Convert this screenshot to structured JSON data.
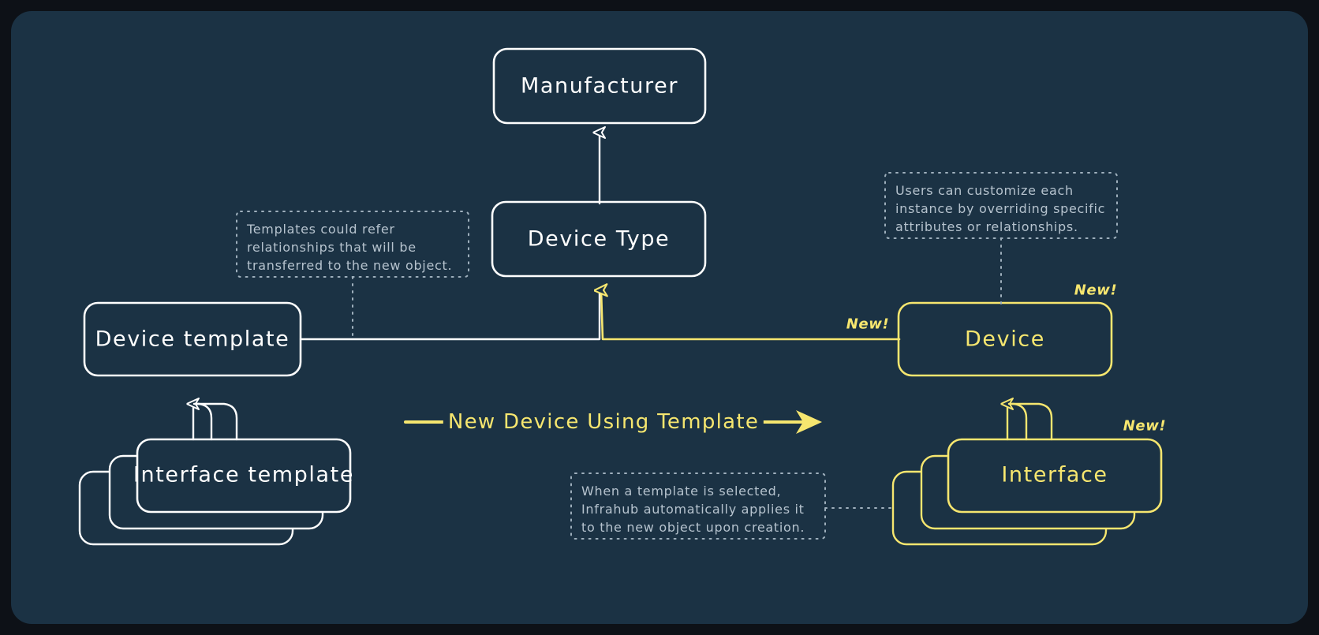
{
  "canvas": {
    "background": "#1b3244",
    "outer_background": "#0d1117",
    "white": "#ffffff",
    "yellow": "#f6e66f",
    "note_text_color": "#b6c3ce"
  },
  "nodes": [
    {
      "id": "manufacturer",
      "label": "Manufacturer",
      "color": "white"
    },
    {
      "id": "device-type",
      "label": "Device Type",
      "color": "white"
    },
    {
      "id": "device-template",
      "label": "Device template",
      "color": "white"
    },
    {
      "id": "interface-template",
      "label": "Interface template",
      "color": "white"
    },
    {
      "id": "device",
      "label": "Device",
      "color": "yellow"
    },
    {
      "id": "interface",
      "label": "Interface",
      "color": "yellow"
    }
  ],
  "notes": [
    {
      "id": "note-templates-refer",
      "text": "Templates could refer\nrelationships that will be\ntransferred to the new object."
    },
    {
      "id": "note-users-customize",
      "text": "Users can customize each\ninstance by overriding specific\nattributes or relationships."
    },
    {
      "id": "note-template-selected",
      "text": "When a template is selected,\nInfrahub automatically applies it\nto the new object upon creation."
    }
  ],
  "badges": [
    {
      "id": "badge-device-link",
      "label": "New!"
    },
    {
      "id": "badge-device",
      "label": "New!"
    },
    {
      "id": "badge-interface",
      "label": "New!"
    }
  ],
  "flow": {
    "label": "New Device Using Template"
  }
}
